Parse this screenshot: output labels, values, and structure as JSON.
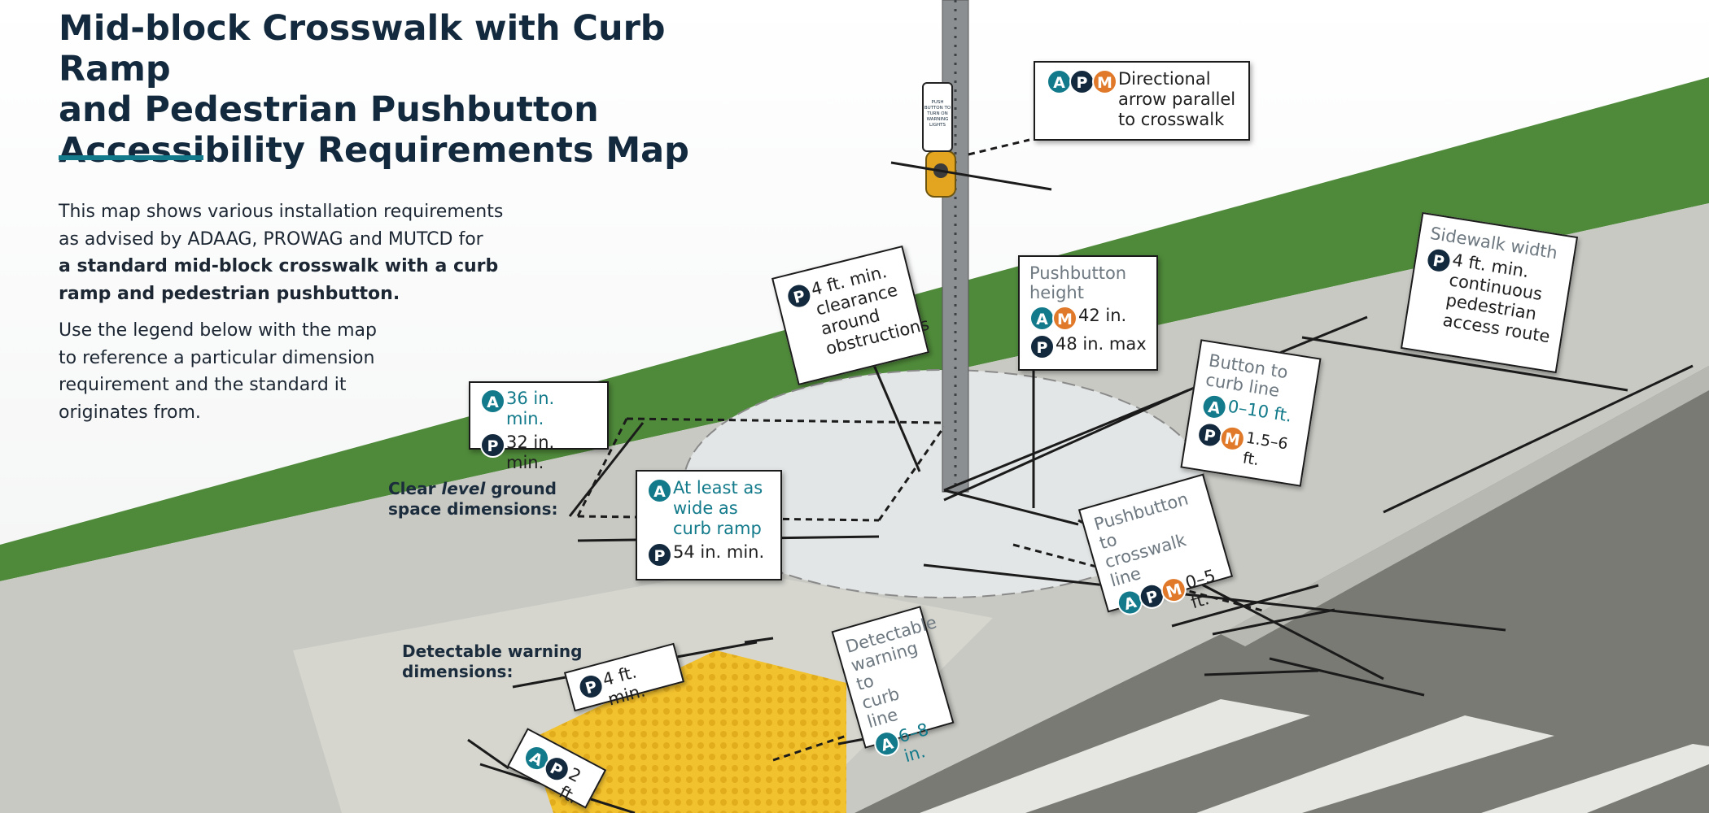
{
  "title": {
    "line1": "Mid-block Crosswalk with Curb Ramp",
    "line2": "and Pedestrian Pushbutton",
    "line3": "Accessibility Requirements Map"
  },
  "intro": {
    "p1_line1": "This map shows various installation requirements",
    "p1_line2": "as advised by ADAAG, PROWAG and MUTCD for",
    "p1_bold_line1": "a standard mid-block crosswalk with a curb",
    "p1_bold_line2": "ramp and pedestrian pushbutton.",
    "p2_line1": "Use the legend below with the map",
    "p2_line2": "to reference a particular dimension",
    "p2_line3": "requirement and the standard it",
    "p2_line4": "originates from."
  },
  "badges": {
    "A": "A",
    "P": "P",
    "M": "M"
  },
  "colors": {
    "adaag": "#127a8a",
    "prowag": "#13293d",
    "mutcd": "#e07a2a",
    "grass": "#4f8a3a",
    "sidewalk": "#c9c9c4",
    "road": "#7a7a74",
    "warning": "#f2c12e"
  },
  "labels": {
    "clear_space_1": "Clear ",
    "clear_space_em": "level",
    "clear_space_2": " ground",
    "clear_space_3": "space dimensions:",
    "detectable_1": "Detectable warning",
    "detectable_2": "dimensions:"
  },
  "callouts": {
    "directional": {
      "l1": "Directional",
      "l2": "arrow parallel",
      "l3": "to crosswalk"
    },
    "clearance": {
      "l1": "4 ft. min.",
      "l2": "clearance",
      "l3": "around",
      "l4": "obstructions"
    },
    "height": {
      "head1": "Pushbutton",
      "head2": "height",
      "a_m": "42 in.",
      "p": "48 in. max"
    },
    "sidewalk": {
      "head": "Sidewalk width",
      "l1": "4 ft. min.",
      "l2": "continuous",
      "l3": "pedestrian",
      "l4": "access route"
    },
    "button_curb": {
      "head1": "Button to",
      "head2": "curb line",
      "a": "0–10 ft.",
      "p_m": "1.5–6 ft."
    },
    "clear_width": {
      "a": "36 in. min.",
      "p": "32 in. min."
    },
    "ramp_width": {
      "a1": "At least as",
      "a2": "wide as",
      "a3": "curb ramp",
      "p": "54 in. min."
    },
    "push_crosswalk": {
      "head1": "Pushbutton to",
      "head2": "crosswalk line",
      "apm": "0–5 ft."
    },
    "warning_depth": {
      "p": "4 ft. min."
    },
    "warning_width": {
      "ap": "2 ft."
    },
    "warning_curb": {
      "head1": "Detectable",
      "head2": "warning to",
      "head3": "curb line",
      "a": "6–8 in."
    }
  },
  "sign": {
    "l1": "PUSH",
    "l2": "BUTTON TO",
    "l3": "TURN ON",
    "l4": "WARNING",
    "l5": "LIGHTS"
  }
}
